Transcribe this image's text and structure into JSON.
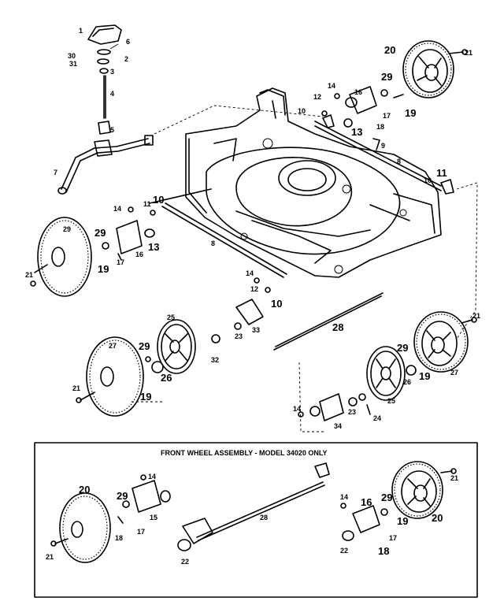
{
  "inset": {
    "title": "FRONT WHEEL ASSEMBLY - MODEL 34020 ONLY"
  },
  "callouts": {
    "c1": "1",
    "c6": "6",
    "c2": "2",
    "c30": "30",
    "c31": "31",
    "c3": "3",
    "c4": "4",
    "c5": "5",
    "c7": "7",
    "c20top": "20",
    "c21top": "21",
    "c14top": "14",
    "c16top": "16",
    "c29top": "29",
    "c12top": "12",
    "c10top": "10",
    "c17top": "17",
    "c19top": "19",
    "c13top": "13",
    "c18top": "18",
    "c9": "9",
    "c8right": "8",
    "c11right": "11",
    "c10right": "10",
    "c14left": "14",
    "c11left": "11",
    "c10left": "10",
    "c29leftwheel": "29",
    "c29left": "29",
    "c16left": "16",
    "c13left": "13",
    "c8left": "8",
    "c21left": "21",
    "c19left": "19",
    "c17left": "17",
    "c14mid": "14",
    "c12mid": "12",
    "c10mid": "10",
    "c25left": "25",
    "c23mid": "23",
    "c33": "33",
    "c28": "28",
    "c32": "32",
    "c27left": "27",
    "c29low": "29",
    "c26left": "26",
    "c21low": "21",
    "c19low": "19",
    "c21right": "21",
    "c29right": "29",
    "c26right": "26",
    "c27right": "27",
    "c19right": "19",
    "c25right": "25",
    "c14right": "14",
    "c23right": "23",
    "c24": "24",
    "c34": "34",
    "c20inset": "20",
    "c29inset": "29",
    "c14inset": "14",
    "c15inset": "15",
    "c17inset": "17",
    "c18inset": "18",
    "c21inset": "21",
    "c22inset": "22",
    "c28inset": "28",
    "c14insetR": "14",
    "c16insetR": "16",
    "c29insetR": "29",
    "c22insetR": "22",
    "c19insetR": "19",
    "c17insetR": "17",
    "c18insetR": "18",
    "c20insetR": "20",
    "c21insetR": "21"
  }
}
